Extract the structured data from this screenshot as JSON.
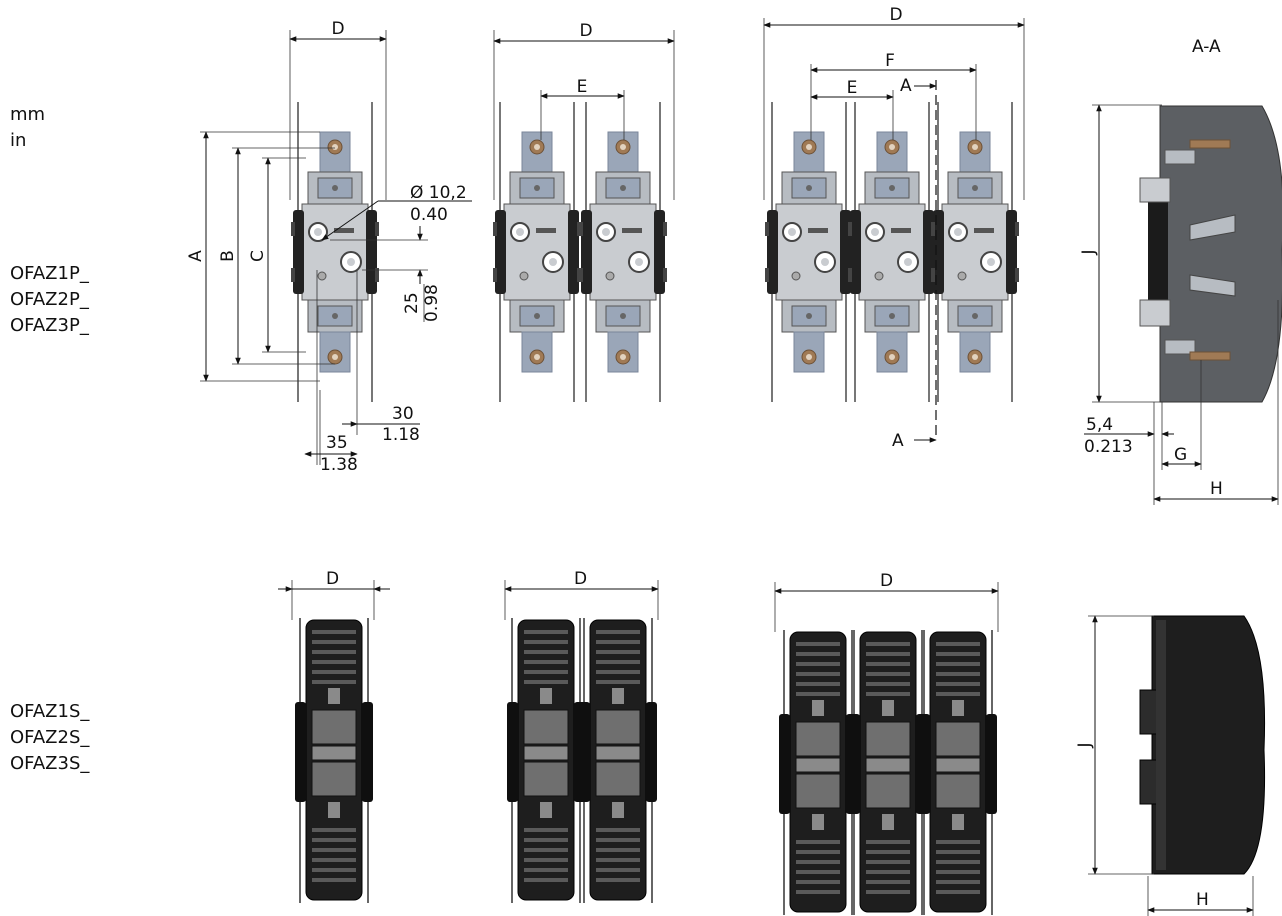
{
  "units": {
    "mm": "mm",
    "in": "in"
  },
  "rows": {
    "p_models": [
      "OFAZ1P_",
      "OFAZ2P_",
      "OFAZ3P_"
    ],
    "s_models": [
      "OFAZ1S_",
      "OFAZ2S_",
      "OFAZ3S_"
    ]
  },
  "section": {
    "title": "A-A",
    "marker": "A"
  },
  "dim": {
    "A": "A",
    "B": "B",
    "C": "C",
    "D": "D",
    "E": "E",
    "F": "F",
    "G": "G",
    "H": "H",
    "J": "J",
    "hole_mm": "Ø 10,2",
    "hole_in": "0.40",
    "v25_mm": "25",
    "v25_in": "0.98",
    "v30_mm": "30",
    "v30_in": "1.18",
    "v35_mm": "35",
    "v35_in": "1.38",
    "v54_mm": "5,4",
    "v54_in": "0.213"
  },
  "colors": {
    "metal_plate": "#c9ccd0",
    "contact_blue": "#9aa6b8",
    "bolt": "#a07a55",
    "dark_body": "#1e1e1e",
    "side_grey": "#5c5f63"
  }
}
